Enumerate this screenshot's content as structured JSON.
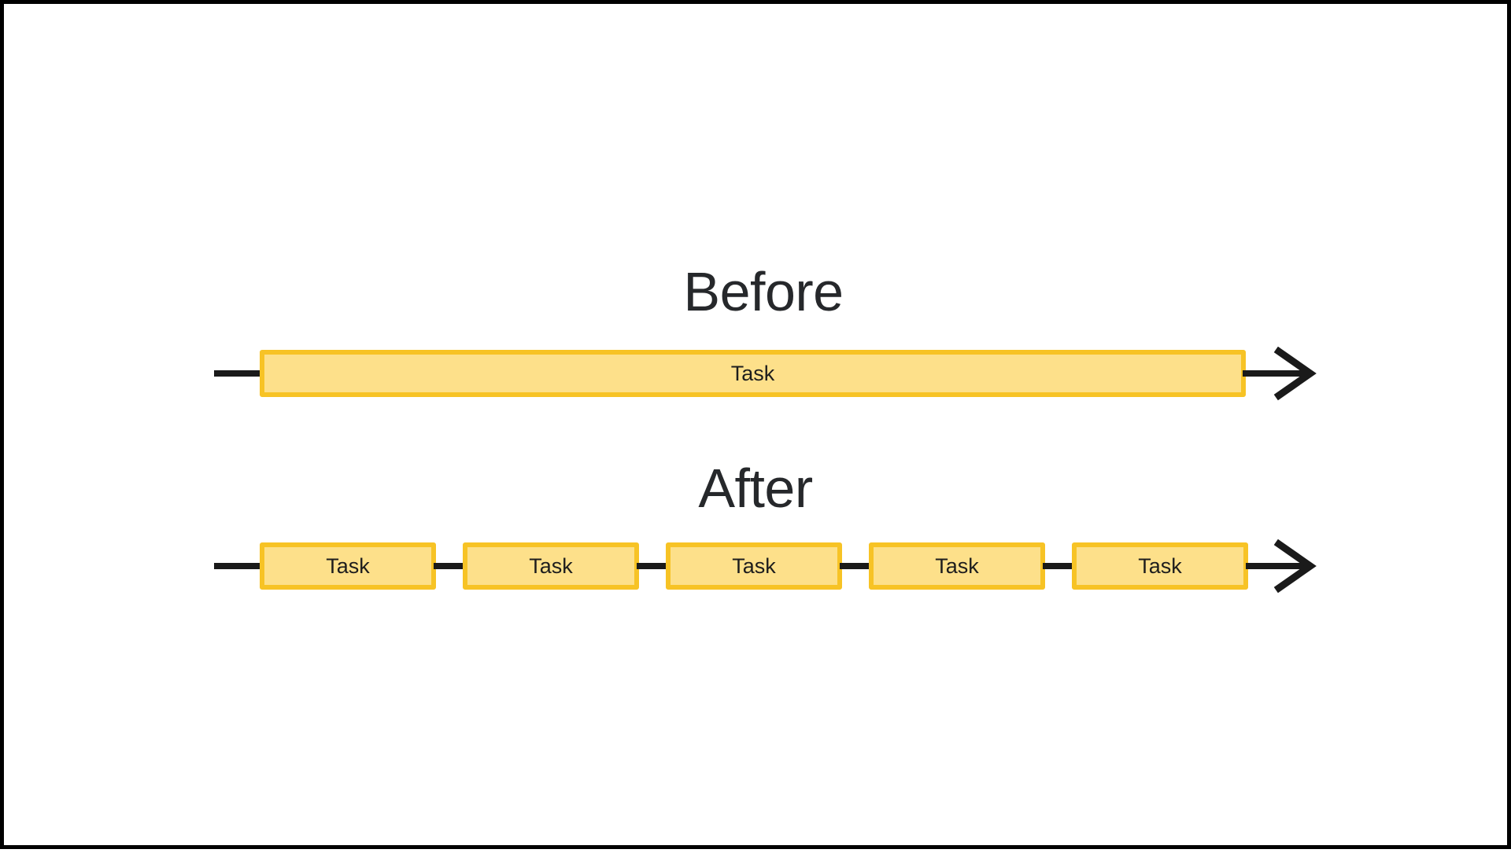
{
  "slide": {
    "background_color": "#FFFFFF",
    "frame_color": "#000000",
    "accent_fill": "#FDE08A",
    "accent_stroke": "#F7C325",
    "line_color": "#1A1A1A",
    "title_color": "#26282B"
  },
  "sections": {
    "before": {
      "title": "Before",
      "task_label": "Task",
      "task_count": 1
    },
    "after": {
      "title": "After",
      "task_labels": [
        "Task",
        "Task",
        "Task",
        "Task",
        "Task"
      ],
      "task_count": 5
    }
  },
  "icons": {
    "arrow_right": "arrow-right-icon"
  }
}
